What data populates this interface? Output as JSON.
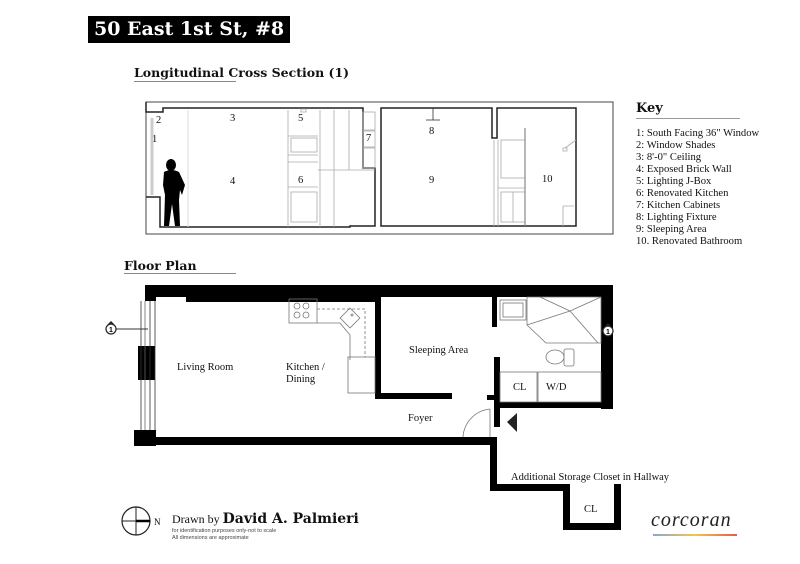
{
  "header": {
    "title": "50 East 1st St, #8"
  },
  "cross_section": {
    "title": "Longitudinal Cross Section (1)",
    "numbers": [
      "1",
      "2",
      "3",
      "4",
      "5",
      "6",
      "7",
      "8",
      "9",
      "10"
    ]
  },
  "key": {
    "title": "Key",
    "items": [
      "1: South Facing 36\" Window",
      "2: Window Shades",
      "3: 8'-0\" Ceiling",
      "4: Exposed Brick Wall",
      "5: Lighting   J-Box",
      "6: Renovated Kitchen",
      "7: Kitchen Cabinets",
      "8: Lighting Fixture",
      "9: Sleeping Area",
      "10. Renovated Bathroom"
    ]
  },
  "floor_plan": {
    "title": "Floor Plan",
    "rooms": {
      "living": "Living Room",
      "kitchen_1": "Kitchen /",
      "kitchen_2": "Dining",
      "sleeping": "Sleeping Area",
      "foyer": "Foyer",
      "closet": "CL",
      "wd": "W/D",
      "storage_note": "Additional Storage Closet in Hallway",
      "storage_closet": "CL"
    },
    "section_marker": "1",
    "north": "N"
  },
  "footer": {
    "drawn_prefix": "Drawn by ",
    "drawn_name": "David A. Palmieri",
    "disclaimer_1": "for identification purposes only-not to scale",
    "disclaimer_2": "All dimensions are approximate",
    "brand": "corcoran"
  }
}
